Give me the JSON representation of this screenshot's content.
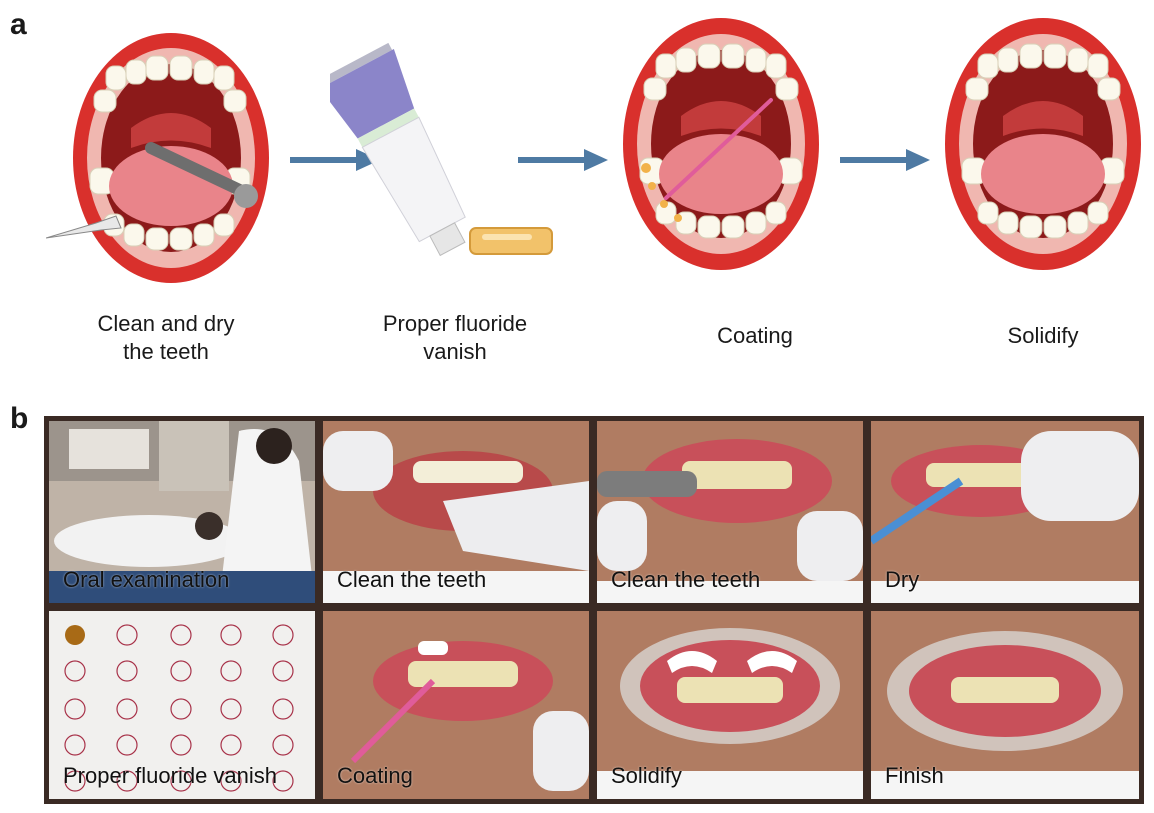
{
  "panel_a": {
    "letter": "a",
    "steps": [
      {
        "label_line1": "Clean and dry",
        "label_line2": "the teeth"
      },
      {
        "label_line1": "Proper fluoride",
        "label_line2": "vanish"
      },
      {
        "label_line1": "Coating",
        "label_line2": ""
      },
      {
        "label_line1": "Solidify",
        "label_line2": ""
      }
    ]
  },
  "panel_b": {
    "letter": "b",
    "photos": [
      {
        "caption": "Oral examination"
      },
      {
        "caption": "Clean the teeth"
      },
      {
        "caption": "Clean the teeth"
      },
      {
        "caption": "Dry"
      },
      {
        "caption": "Proper fluoride vanish"
      },
      {
        "caption": "Coating"
      },
      {
        "caption": "Solidify"
      },
      {
        "caption": "Finish"
      }
    ]
  },
  "colors": {
    "lip_red": "#d9302c",
    "mouth_dark": "#8c1a1a",
    "tongue": "#e9848a",
    "tooth": "#fbf8ec",
    "arrow_blue": "#4e7aa3",
    "frame_brown": "#3a2a24"
  }
}
